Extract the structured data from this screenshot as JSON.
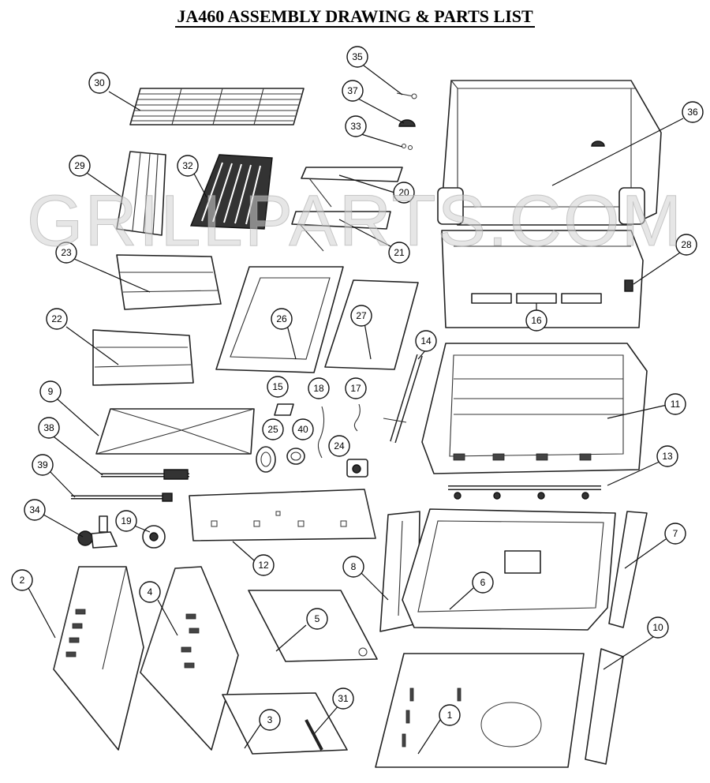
{
  "title": "JA460 ASSEMBLY DRAWING & PARTS LIST",
  "watermark": "GRILLPARTS.COM",
  "callouts": [
    "1",
    "2",
    "3",
    "4",
    "5",
    "6",
    "7",
    "8",
    "9",
    "10",
    "11",
    "12",
    "13",
    "14",
    "15",
    "16",
    "17",
    "18",
    "19",
    "20",
    "21",
    "22",
    "23",
    "24",
    "25",
    "26",
    "27",
    "28",
    "29",
    "30",
    "31",
    "32",
    "33",
    "34",
    "35",
    "36",
    "37",
    "38",
    "39",
    "40"
  ]
}
